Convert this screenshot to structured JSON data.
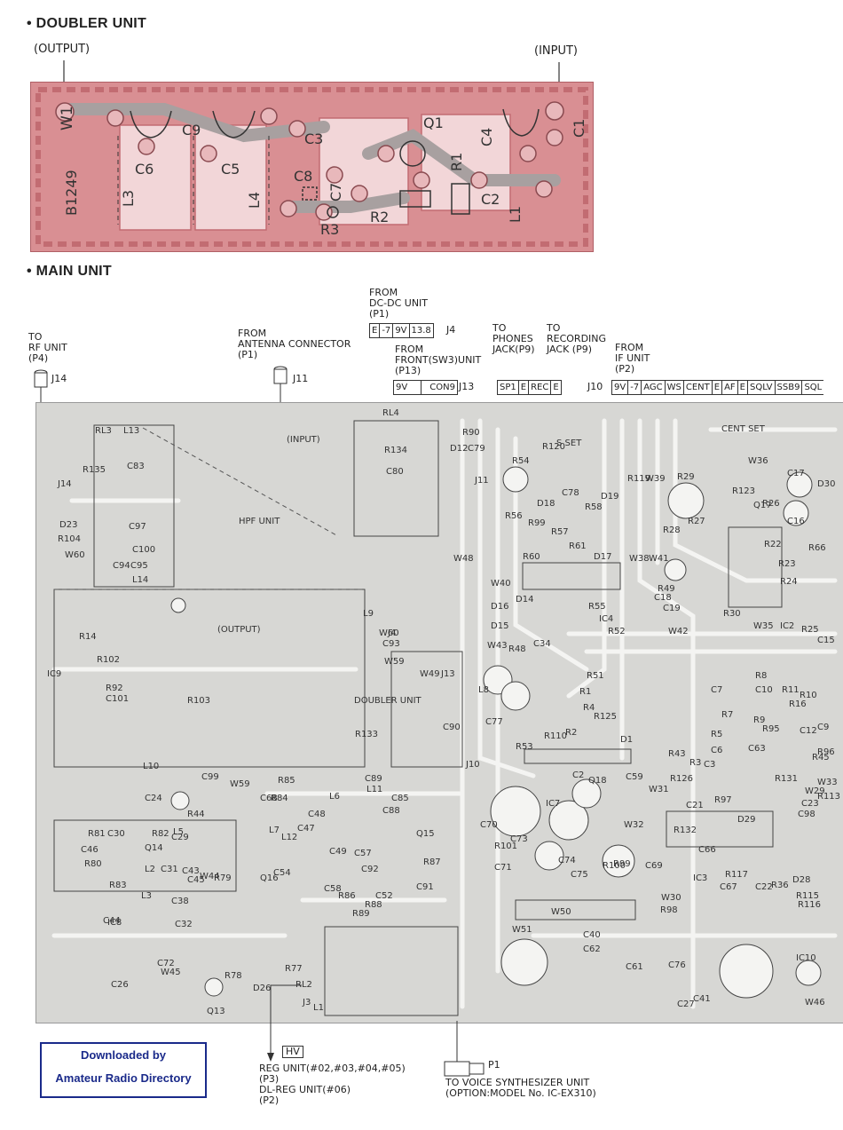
{
  "doubler": {
    "title": "• DOUBLER UNIT",
    "output_label": "(OUTPUT)",
    "input_label": "(INPUT)",
    "board_code": "B1249",
    "parts": [
      "W1",
      "C9",
      "C6",
      "C5",
      "L3",
      "L4",
      "C3",
      "Q1",
      "C4",
      "C1",
      "C8",
      "C7",
      "R1",
      "C2",
      "L1",
      "R3",
      "R2"
    ]
  },
  "main": {
    "title": "• MAIN UNIT",
    "to_rf": "TO\nRF UNIT\n(P4)",
    "from_antenna": "FROM\nANTENNA CONNECTOR\n(P1)",
    "from_dcdc": "FROM\nDC-DC UNIT\n(P1)",
    "from_front": "FROM\nFRONT(SW3)UNIT\n(P13)",
    "to_phones": "TO\nPHONES\nJACK(P9)",
    "to_recording": "TO\nRECORDING\nJACK (P9)",
    "from_if": "FROM\nIF UNIT\n(P2)",
    "j4_pins": [
      "E",
      "-7",
      "9V",
      "13.8"
    ],
    "j4": "J4",
    "j13_pins": [
      "9V",
      "CON9"
    ],
    "j13": "J13",
    "j10_pins": [
      "SP1",
      "E",
      "REC",
      "E"
    ],
    "j10": "J10",
    "j9_pins": [
      "9V",
      "-7",
      "AGC",
      "WS",
      "CENT",
      "E",
      "AF",
      "E",
      "SQLV",
      "SSB9",
      "SQL"
    ],
    "j14": "J14",
    "j11": "J11",
    "hv": "HV",
    "reg_unit": "REG UNIT(#02,#03,#04,#05)\n(P3)\nDL-REG UNIT(#06)\n(P2)",
    "p1": "P1",
    "to_voice": "TO VOICE SYNTHESIZER UNIT\n(OPTION:MODEL No. IC-EX310)",
    "board_labels": [
      "RL3",
      "L13",
      "C83",
      "RL4",
      "R134",
      "C80",
      "R90",
      "D12",
      "C79",
      "J11",
      "R54",
      "R120",
      "S SET",
      "J14",
      "R135",
      "D23",
      "R104",
      "W60",
      "C97",
      "C94",
      "C100",
      "C95",
      "L14",
      "HPF UNIT",
      "(INPUT)",
      "(OUTPUT)",
      "W48",
      "CENT SET",
      "W36",
      "C17",
      "D30",
      "R29",
      "R123",
      "Q17",
      "R26",
      "C16",
      "R27",
      "R28",
      "R22",
      "R66",
      "R23",
      "R24",
      "D18",
      "C78",
      "R58",
      "D19",
      "R56",
      "R99",
      "R57",
      "R61",
      "R60",
      "D17",
      "R119",
      "W39",
      "W38",
      "W41",
      "W40",
      "D16",
      "D15",
      "D14",
      "R55",
      "IC4",
      "R52",
      "W42",
      "W43",
      "R48",
      "C34",
      "R49",
      "C19",
      "C18",
      "R30",
      "W35",
      "IC2",
      "R25",
      "C15",
      "R14",
      "R102",
      "IC9",
      "R92",
      "C101",
      "R103",
      "DOUBLER UNIT",
      "R133",
      "L9",
      "W60",
      "C93",
      "W59",
      "J4",
      "W49",
      "J13",
      "C90",
      "L8",
      "C77",
      "R51",
      "R1",
      "R4",
      "R125",
      "R110",
      "R53",
      "J10",
      "C7",
      "R7",
      "R9",
      "R8",
      "C10",
      "R11",
      "R16",
      "R10",
      "C12",
      "C9",
      "R96",
      "R95",
      "R5",
      "C6",
      "C3",
      "R3",
      "R2",
      "D1",
      "C2",
      "Q18",
      "C59",
      "R43",
      "R126",
      "C63",
      "R97",
      "C21",
      "R131",
      "R45",
      "W33",
      "W29",
      "C98",
      "L10",
      "C99",
      "W59",
      "C24",
      "R44",
      "W31",
      "W32",
      "R132",
      "D29",
      "C23",
      "R113",
      "IC7",
      "C70",
      "C73",
      "C71",
      "R101",
      "C74",
      "C75",
      "R100",
      "R99",
      "C69",
      "C66",
      "IC3",
      "C67",
      "C22",
      "R36",
      "D28",
      "R115",
      "R116",
      "R117",
      "W30",
      "R98",
      "C68",
      "R84",
      "R85",
      "C48",
      "L6",
      "L11",
      "C85",
      "C89",
      "C88",
      "L12",
      "Q15",
      "C54",
      "C47",
      "C49",
      "C57",
      "R87",
      "Q16",
      "L7",
      "C92",
      "C58",
      "R86",
      "R89",
      "C52",
      "C91",
      "R88",
      "C30",
      "R82",
      "L5",
      "R81",
      "Q14",
      "C29",
      "C46",
      "R80",
      "L2",
      "C31",
      "C43",
      "C45",
      "W44",
      "R79",
      "R83",
      "L3",
      "C38",
      "C44",
      "C32",
      "IC8",
      "C72",
      "W50",
      "W51",
      "C40",
      "C62",
      "IC10",
      "C76",
      "C61",
      "C41",
      "C27",
      "W46",
      "C26",
      "W45",
      "Q13",
      "R78",
      "R77",
      "D26",
      "RL2",
      "J3",
      "L1"
    ]
  },
  "badge": {
    "line1": "Downloaded by",
    "line2": "Amateur Radio Directory"
  },
  "colors": {
    "doubler_board": "#d98f93",
    "main_board": "#d7d7d4",
    "badge_border": "#1a2a8a"
  }
}
